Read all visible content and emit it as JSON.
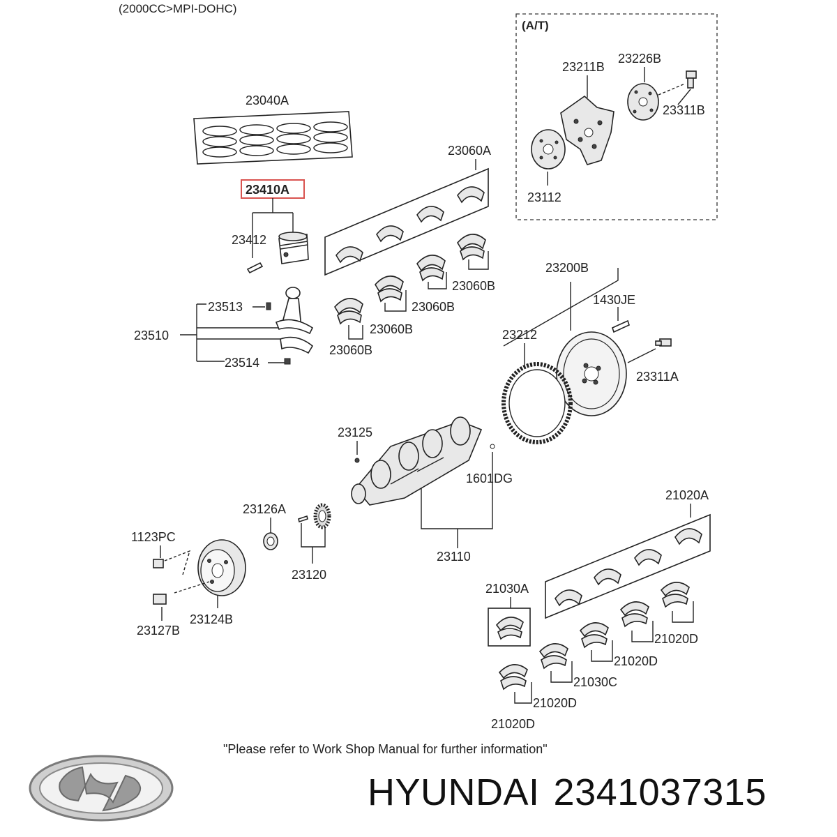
{
  "diagram": {
    "header": "(2000CC>MPI-DOHC)",
    "at_box_title": "(A/T)",
    "labels": {
      "p23040A": "23040A",
      "p23410A": "23410A",
      "p23412": "23412",
      "p23513": "23513",
      "p23510": "23510",
      "p23514": "23514",
      "p23060A": "23060A",
      "p23060B_1": "23060B",
      "p23060B_2": "23060B",
      "p23060B_3": "23060B",
      "p23060B_4": "23060B",
      "p23211B": "23211B",
      "p23226B": "23226B",
      "p23311B": "23311B",
      "p23112": "23112",
      "p23200B": "23200B",
      "p1430JE": "1430JE",
      "p23212": "23212",
      "p23311A": "23311A",
      "p23125": "23125",
      "p1601DG": "1601DG",
      "p23110": "23110",
      "p23126A": "23126A",
      "p1123PC": "1123PC",
      "p23120": "23120",
      "p23127B": "23127B",
      "p23124B": "23124B",
      "p21020A": "21020A",
      "p21030A": "21030A",
      "p21020D_1": "21020D",
      "p21020D_2": "21020D",
      "p21030C": "21030C",
      "p21020D_3": "21020D",
      "p21020D_4": "21020D"
    },
    "note": "\"Please refer to Work Shop Manual for further information\"",
    "highlight_color": "#d9534f"
  },
  "footer": {
    "brand": "HYUNDAI",
    "part_number": "2341037315"
  }
}
